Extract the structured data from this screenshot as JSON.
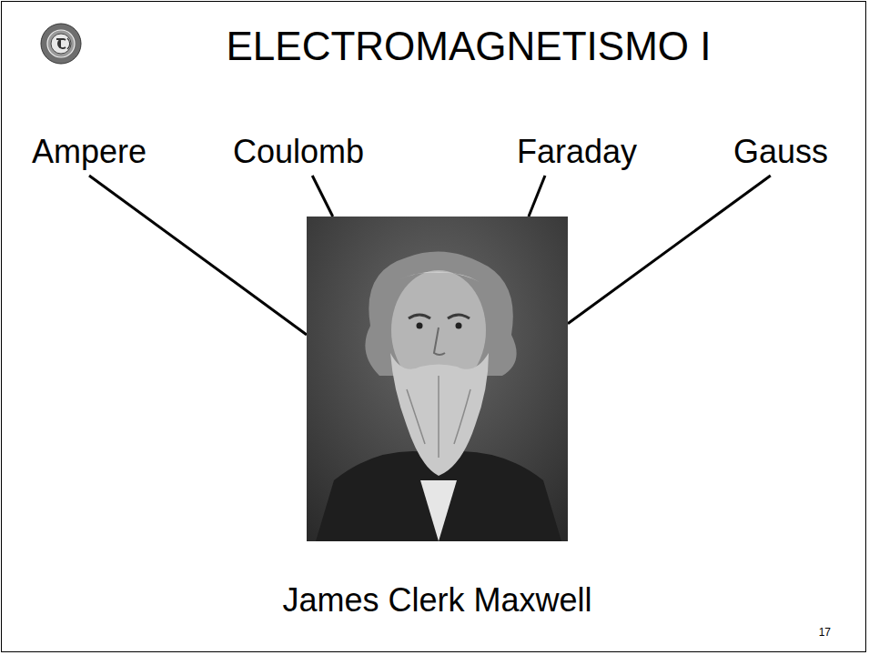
{
  "diagram": {
    "title": "ELECTROMAGNETISMO I",
    "nodes": [
      {
        "text": [
          "Ampere"
        ]
      },
      {
        "text": [
          "Coulomb"
        ]
      },
      {
        "text": [
          "Faraday"
        ]
      },
      {
        "text": [
          "Gauss"
        ]
      },
      {
        "text": [
          "James Clerk Maxwell"
        ]
      }
    ],
    "edges": [
      {
        "from": 0,
        "to": 4,
        "arrow": "none"
      },
      {
        "from": 1,
        "to": 4,
        "arrow": "none"
      },
      {
        "from": 2,
        "to": 4,
        "arrow": "none"
      },
      {
        "from": 3,
        "to": 4,
        "arrow": "none"
      }
    ],
    "labels": [
      "17"
    ]
  }
}
